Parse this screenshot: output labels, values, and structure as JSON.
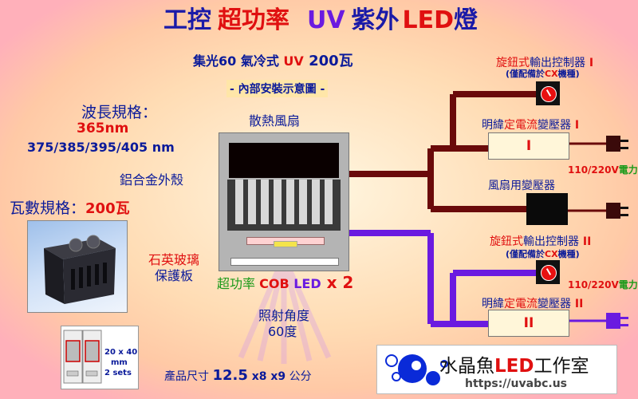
{
  "title": {
    "part1": "工控",
    "part2": "超功率",
    "part3": "UV",
    "part4": "紫外",
    "part5": "LED",
    "part6": "燈"
  },
  "subtitle": {
    "prefix": "集光60 氣冷式 ",
    "uv": "UV",
    "power": " 200瓦"
  },
  "caption": "- 內部安裝示意圖 -",
  "wavelength": {
    "label": "波長規格：",
    "main": "365nm",
    "options": "375/385/395/405 nm"
  },
  "wattage": {
    "label": "瓦數規格：",
    "value": "200瓦"
  },
  "housing_label": "鋁合金外殼",
  "fan_label": "散熱風扇",
  "glass_label_1": "石英玻璃",
  "glass_label_2": "保護板",
  "cob": {
    "prefix": "超功率 ",
    "cob": "COB ",
    "led": "LED",
    "count": " x 2"
  },
  "angle": {
    "label": "照射角度",
    "value": "60度"
  },
  "product_size": {
    "label": "產品尺寸 ",
    "value": "12.5",
    "rest": " x8 x9",
    "unit": " 公分"
  },
  "controller_1": {
    "a": "旋鈕式",
    "b": "輸出控制器",
    "num": " I",
    "note_a": "(僅配備於",
    "note_cx": "CX",
    "note_b": "機種)"
  },
  "controller_2": {
    "a": "旋鈕式",
    "b": "輸出控制器",
    "num": " II",
    "note_a": "(僅配備於",
    "note_cx": "CX",
    "note_b": "機種)"
  },
  "driver_1": {
    "a": "明緯",
    "b": "定電流",
    "c": "變壓器",
    "num": " I",
    "box": "I"
  },
  "driver_2": {
    "a": "明緯",
    "b": "定電流",
    "c": "變壓器",
    "num": " II",
    "box": "II"
  },
  "fan_transformer": "風扇用變壓器",
  "power_1": {
    "v": "110/220V",
    "t": "電力"
  },
  "power_2": {
    "v": "110/220V",
    "t": "電力"
  },
  "chip": {
    "size": "20 x 40",
    "unit": "mm",
    "sets": "2 sets"
  },
  "brand": {
    "name_a": "水晶魚",
    "name_b": "LED",
    "name_c": "工作室",
    "url": "https://uvabc.us"
  },
  "colors": {
    "title_blue": "#1a1aa8",
    "title_red": "#e01010",
    "title_purple": "#6a1ae0",
    "wire_dark": "#6a0a0a",
    "wire_purple": "#6a1ae0",
    "housing": "#b4b4b4"
  }
}
